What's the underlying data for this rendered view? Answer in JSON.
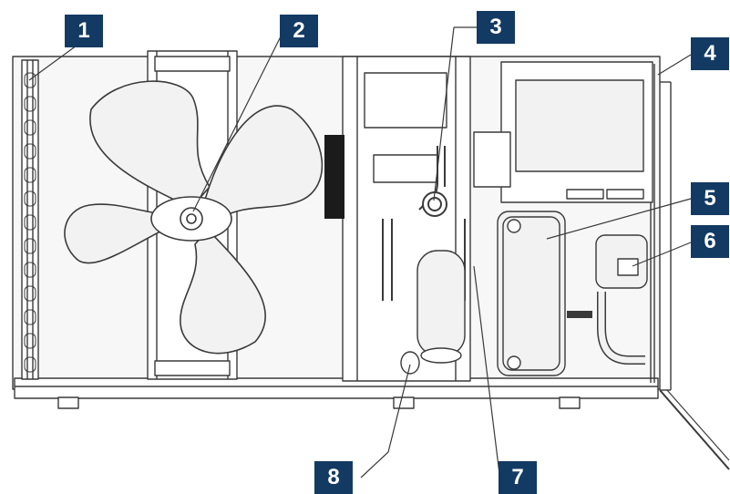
{
  "diagram": {
    "colors": {
      "badge": "#133a63",
      "line": "#3a3a3a",
      "fill": "#f2f2f2",
      "dark_panel": "#1b1b1b"
    },
    "callouts": [
      {
        "id": "1",
        "label": "1"
      },
      {
        "id": "2",
        "label": "2"
      },
      {
        "id": "3",
        "label": "3"
      },
      {
        "id": "4",
        "label": "4"
      },
      {
        "id": "5",
        "label": "5"
      },
      {
        "id": "6",
        "label": "6"
      },
      {
        "id": "7",
        "label": "7"
      },
      {
        "id": "8",
        "label": "8"
      }
    ]
  }
}
